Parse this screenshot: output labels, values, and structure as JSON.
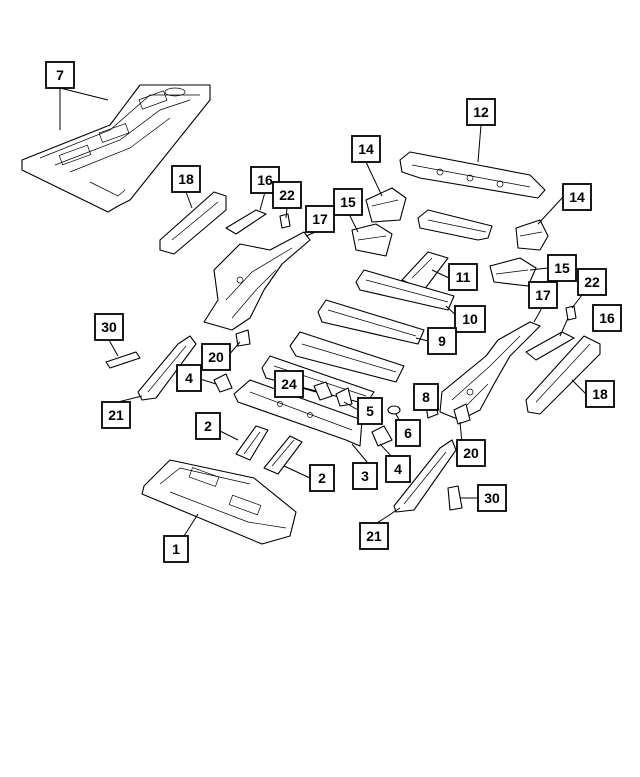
{
  "callouts": [
    {
      "id": "c7",
      "label": "7"
    },
    {
      "id": "c12",
      "label": "12"
    },
    {
      "id": "c14a",
      "label": "14"
    },
    {
      "id": "c14b",
      "label": "14"
    },
    {
      "id": "c15a",
      "label": "15"
    },
    {
      "id": "c15b",
      "label": "15"
    },
    {
      "id": "c16a",
      "label": "16"
    },
    {
      "id": "c16b",
      "label": "16"
    },
    {
      "id": "c17a",
      "label": "17"
    },
    {
      "id": "c17b",
      "label": "17"
    },
    {
      "id": "c18a",
      "label": "18"
    },
    {
      "id": "c18b",
      "label": "18"
    },
    {
      "id": "c22a",
      "label": "22"
    },
    {
      "id": "c22b",
      "label": "22"
    },
    {
      "id": "c11",
      "label": "11"
    },
    {
      "id": "c10",
      "label": "10"
    },
    {
      "id": "c9",
      "label": "9"
    },
    {
      "id": "c30a",
      "label": "30"
    },
    {
      "id": "c30b",
      "label": "30"
    },
    {
      "id": "c20a",
      "label": "20"
    },
    {
      "id": "c20b",
      "label": "20"
    },
    {
      "id": "c4a",
      "label": "4"
    },
    {
      "id": "c4b",
      "label": "4"
    },
    {
      "id": "c24",
      "label": "24"
    },
    {
      "id": "c8",
      "label": "8"
    },
    {
      "id": "c5",
      "label": "5"
    },
    {
      "id": "c6",
      "label": "6"
    },
    {
      "id": "c21a",
      "label": "21"
    },
    {
      "id": "c21b",
      "label": "21"
    },
    {
      "id": "c2a",
      "label": "2"
    },
    {
      "id": "c2b",
      "label": "2"
    },
    {
      "id": "c3",
      "label": "3"
    },
    {
      "id": "c1",
      "label": "1"
    }
  ]
}
